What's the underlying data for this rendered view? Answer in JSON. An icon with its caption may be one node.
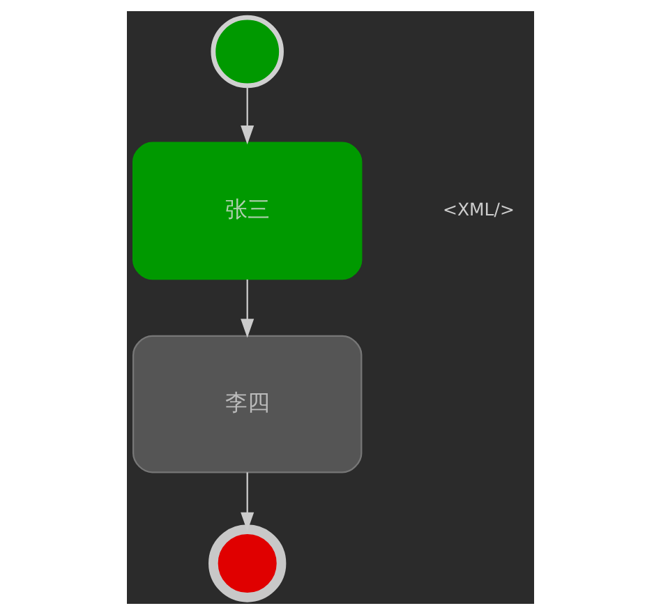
{
  "diagram": {
    "nodes": [
      {
        "text": [],
        "shape": "circle"
      },
      {
        "text": [
          "张三"
        ]
      },
      {
        "text": [
          "李四"
        ]
      },
      {
        "text": [],
        "shape": "circle"
      }
    ],
    "edges": [
      {
        "from": 0,
        "to": 1,
        "arrow": "to"
      },
      {
        "from": 1,
        "to": 2,
        "arrow": "to"
      },
      {
        "from": 2,
        "to": 3,
        "arrow": "to"
      }
    ],
    "labels": [
      "<XML/>"
    ]
  }
}
